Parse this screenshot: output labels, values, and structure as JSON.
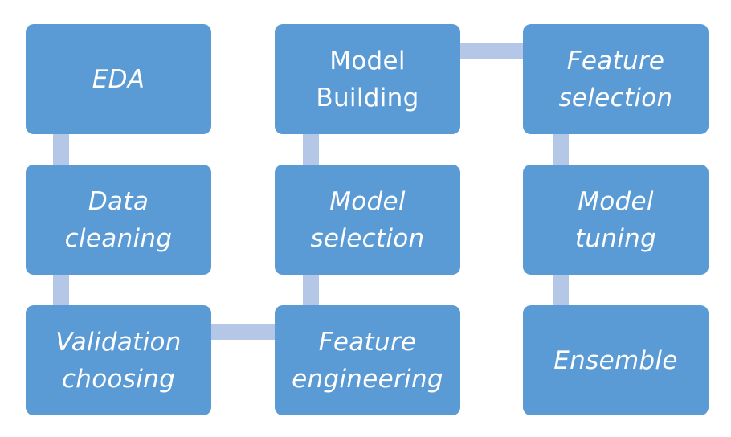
{
  "diagram": {
    "fill_color": "#5b9bd5",
    "connector_color": "#b4c7e7",
    "text_color": "#ffffff",
    "steps": [
      {
        "label": "EDA",
        "italic": true
      },
      {
        "label": "Data cleaning",
        "italic": true
      },
      {
        "label": "Validation choosing",
        "italic": true
      },
      {
        "label": "Feature engineering",
        "italic": true
      },
      {
        "label": "Model selection",
        "italic": true
      },
      {
        "label": "Model Building",
        "italic": false
      },
      {
        "label": "Feature selection",
        "italic": true
      },
      {
        "label": "Model tuning",
        "italic": true
      },
      {
        "label": "Ensemble",
        "italic": true
      }
    ]
  }
}
